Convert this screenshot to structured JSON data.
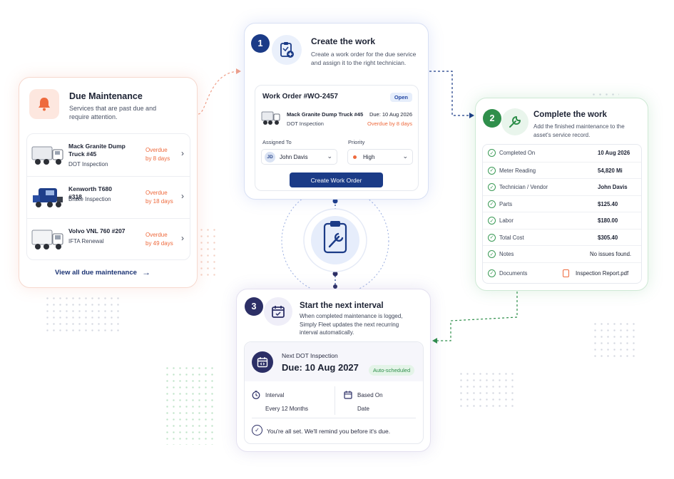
{
  "due_maintenance": {
    "title": "Due Maintenance",
    "subtitle": "Services that are past due and require attention.",
    "items": [
      {
        "name": "Mack Granite Dump Truck #45",
        "type": "DOT Inspection",
        "overdue_label": "Overdue",
        "overdue_by": "by 8 days"
      },
      {
        "name": "Kenworth T680 #318",
        "type": "Brake Inspection",
        "overdue_label": "Overdue",
        "overdue_by": "by 18 days"
      },
      {
        "name": "Volvo VNL 760 #207",
        "type": "IFTA Renewal",
        "overdue_label": "Overdue",
        "overdue_by": "by 49 days"
      }
    ],
    "view_all": "View all due maintenance"
  },
  "create_work": {
    "step": "1",
    "title": "Create the work",
    "subtitle": "Create a work order for the due service and assign it to the right technician.",
    "work_order": {
      "title": "Work Order #WO-2457",
      "status": "Open",
      "vehicle": "Mack Granite Dump Truck #45",
      "type": "DOT Inspection",
      "due": "Due: 10 Aug 2026",
      "overdue": "Overdue by 8 days",
      "assigned_label": "Assigned To",
      "assignee_initials": "JD",
      "assignee": "John Davis",
      "priority_label": "Priority",
      "priority": "High",
      "button": "Create Work Order"
    }
  },
  "complete_work": {
    "step": "2",
    "title": "Complete the work",
    "subtitle": "Add the finished maintenance to the asset's service record.",
    "rows": [
      {
        "label": "Completed On",
        "value": "10 Aug 2026"
      },
      {
        "label": "Meter Reading",
        "value": "54,820 Mi"
      },
      {
        "label": "Technician / Vendor",
        "value": "John Davis"
      },
      {
        "label": "Parts",
        "value": "$125.40"
      },
      {
        "label": "Labor",
        "value": "$180.00"
      },
      {
        "label": "Total Cost",
        "value": "$305.40"
      },
      {
        "label": "Notes",
        "value": "No issues found."
      }
    ],
    "documents_label": "Documents",
    "document": "Inspection Report.pdf"
  },
  "next_interval": {
    "step": "3",
    "title": "Start the next interval",
    "subtitle": "When completed maintenance is logged, Simply Fleet updates the next recurring interval automatically.",
    "next_label": "Next DOT Inspection",
    "due": "Due: 10 Aug 2027",
    "badge": "Auto-scheduled",
    "interval_label": "Interval",
    "interval_value": "Every 12 Months",
    "based_label": "Based On",
    "based_value": "Date",
    "message": "You're all set. We'll remind you before it's due."
  },
  "colors": {
    "blue": "#1b3b87",
    "green": "#2f8f4b",
    "navy": "#2c2f66",
    "orange": "#ee6a3d"
  }
}
